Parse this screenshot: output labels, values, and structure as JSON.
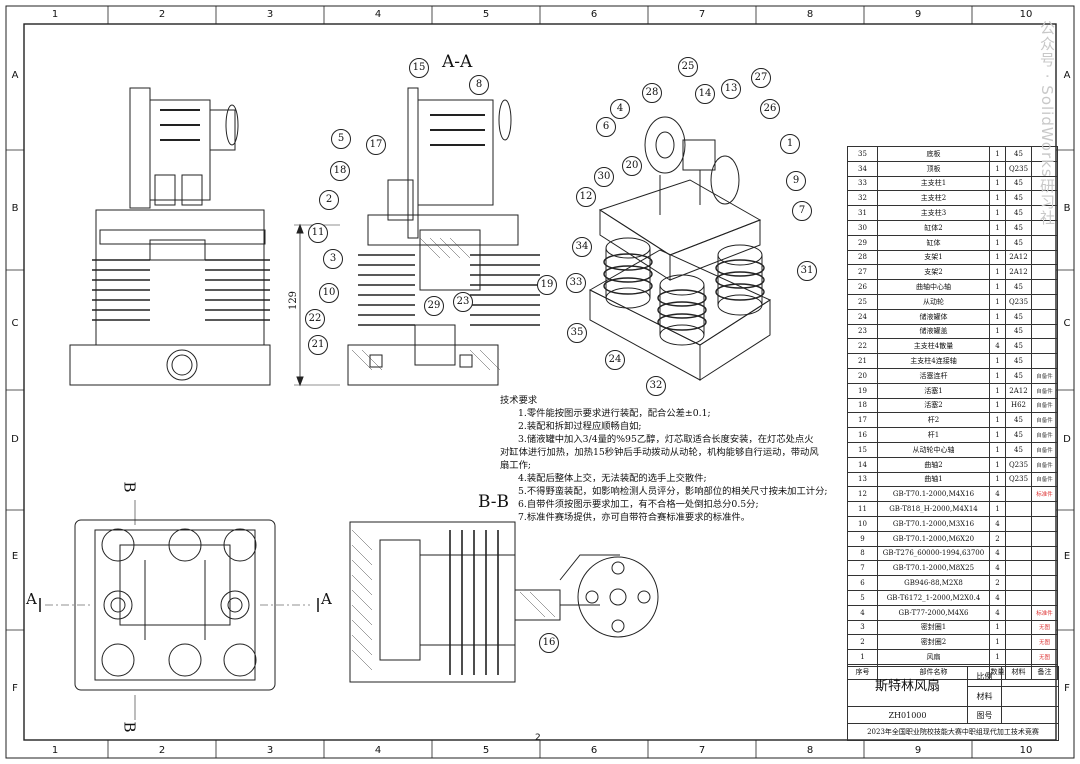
{
  "drawing": {
    "zone_columns": [
      "1",
      "2",
      "3",
      "4",
      "5",
      "6",
      "7",
      "8",
      "9",
      "10"
    ],
    "zone_rows": [
      "A",
      "B",
      "C",
      "D",
      "E",
      "F"
    ],
    "sheet_number": "2",
    "watermark": "公众号 · SolidWorks研习社"
  },
  "views": {
    "section_aa": "A-A",
    "section_bb": "B-B",
    "cut_arrow_a": "A",
    "cut_arrow_b": "B",
    "dimension_height": "129"
  },
  "balloons": [
    "15",
    "8",
    "5",
    "17",
    "18",
    "2",
    "11",
    "3",
    "10",
    "22",
    "21",
    "29",
    "23",
    "19",
    "25",
    "27",
    "28",
    "4",
    "14",
    "13",
    "26",
    "6",
    "1",
    "20",
    "30",
    "9",
    "12",
    "7",
    "34",
    "31",
    "33",
    "35",
    "24",
    "32",
    "16"
  ],
  "technical_requirements": {
    "title": "技术要求",
    "lines": [
      "1.零件能按图示要求进行装配，配合公差±0.1;",
      "2.装配和拆卸过程应顺畅自如;",
      "3.储液罐中加入3/4量的%95乙醇，灯芯取适合长度安装，在灯芯处点火",
      "对缸体进行加热，加热15秒钟后手动拨动从动轮，机构能够自行运动，带动风",
      "扇工作;",
      "4.装配后整体上交，无法装配的选手上交散件;",
      "5.不得野蛮装配，如影响检测人员评分，影响部位的相关尺寸按未加工计分;",
      "6.自带件须按图示要求加工，有不合格一处倒扣总分0.5分;",
      "7.标准件赛场提供，亦可自带符合赛标准要求的标准件。"
    ]
  },
  "bom": {
    "headers": {
      "no": "序号",
      "name": "部件名称",
      "qty": "数量",
      "material": "材料",
      "note": "备注"
    },
    "rows": [
      {
        "no": "35",
        "name": "底板",
        "qty": "1",
        "material": "45",
        "note": ""
      },
      {
        "no": "34",
        "name": "顶板",
        "qty": "1",
        "material": "Q235",
        "note": ""
      },
      {
        "no": "33",
        "name": "主支柱1",
        "qty": "1",
        "material": "45",
        "note": ""
      },
      {
        "no": "32",
        "name": "主支柱2",
        "qty": "1",
        "material": "45",
        "note": ""
      },
      {
        "no": "31",
        "name": "主支柱3",
        "qty": "1",
        "material": "45",
        "note": ""
      },
      {
        "no": "30",
        "name": "缸体2",
        "qty": "1",
        "material": "45",
        "note": ""
      },
      {
        "no": "29",
        "name": "缸体",
        "qty": "1",
        "material": "45",
        "note": ""
      },
      {
        "no": "28",
        "name": "支架1",
        "qty": "1",
        "material": "2A12",
        "note": ""
      },
      {
        "no": "27",
        "name": "支架2",
        "qty": "1",
        "material": "2A12",
        "note": ""
      },
      {
        "no": "26",
        "name": "曲轴中心轴",
        "qty": "1",
        "material": "45",
        "note": ""
      },
      {
        "no": "25",
        "name": "从动轮",
        "qty": "1",
        "material": "Q235",
        "note": ""
      },
      {
        "no": "24",
        "name": "储液罐体",
        "qty": "1",
        "material": "45",
        "note": ""
      },
      {
        "no": "23",
        "name": "储液罐盖",
        "qty": "1",
        "material": "45",
        "note": ""
      },
      {
        "no": "22",
        "name": "主支柱4散量",
        "qty": "4",
        "material": "45",
        "note": ""
      },
      {
        "no": "21",
        "name": "主支柱4连接轴",
        "qty": "1",
        "material": "45",
        "note": ""
      },
      {
        "no": "20",
        "name": "活塞连杆",
        "qty": "1",
        "material": "45",
        "note": "自备件"
      },
      {
        "no": "19",
        "name": "活塞1",
        "qty": "1",
        "material": "2A12",
        "note": "自备件"
      },
      {
        "no": "18",
        "name": "活塞2",
        "qty": "1",
        "material": "H62",
        "note": "自备件"
      },
      {
        "no": "17",
        "name": "杆2",
        "qty": "1",
        "material": "45",
        "note": "自备件"
      },
      {
        "no": "16",
        "name": "杆1",
        "qty": "1",
        "material": "45",
        "note": "自备件"
      },
      {
        "no": "15",
        "name": "从动轮中心轴",
        "qty": "1",
        "material": "45",
        "note": "自备件"
      },
      {
        "no": "14",
        "name": "曲轴2",
        "qty": "1",
        "material": "Q235",
        "note": "自备件"
      },
      {
        "no": "13",
        "name": "曲轴1",
        "qty": "1",
        "material": "Q235",
        "note": "自备件"
      },
      {
        "no": "12",
        "name": "GB-T70.1-2000,M4X16",
        "qty": "4",
        "material": "",
        "note": "标准件"
      },
      {
        "no": "11",
        "name": "GB-T818_H-2000,M4X14",
        "qty": "1",
        "material": "",
        "note": ""
      },
      {
        "no": "10",
        "name": "GB-T70.1-2000,M3X16",
        "qty": "4",
        "material": "",
        "note": ""
      },
      {
        "no": "9",
        "name": "GB-T70.1-2000,M6X20",
        "qty": "2",
        "material": "",
        "note": ""
      },
      {
        "no": "8",
        "name": "GB-T276_60000-1994,63700",
        "qty": "4",
        "material": "",
        "note": ""
      },
      {
        "no": "7",
        "name": "GB-T70.1-2000,M8X25",
        "qty": "4",
        "material": "",
        "note": ""
      },
      {
        "no": "6",
        "name": "GB946-88,M2X8",
        "qty": "2",
        "material": "",
        "note": ""
      },
      {
        "no": "5",
        "name": "GB-T6172_1-2000,M2X0.4",
        "qty": "4",
        "material": "",
        "note": ""
      },
      {
        "no": "4",
        "name": "GB-T77-2000,M4X6",
        "qty": "4",
        "material": "",
        "note": "标准件"
      },
      {
        "no": "3",
        "name": "密封圈1",
        "qty": "1",
        "material": "",
        "note": "无图"
      },
      {
        "no": "2",
        "name": "密封圈2",
        "qty": "1",
        "material": "",
        "note": "无图"
      },
      {
        "no": "1",
        "name": "风扇",
        "qty": "1",
        "material": "",
        "note": "无图"
      }
    ]
  },
  "title_block": {
    "product_name": "斯特林风扇",
    "scale_label": "比例",
    "material_label": "材料",
    "drawing_no_label": "图号",
    "drawing_code": "ZH01000",
    "event": "2023年全国职业院校技能大赛中职组现代加工技术竞赛"
  }
}
